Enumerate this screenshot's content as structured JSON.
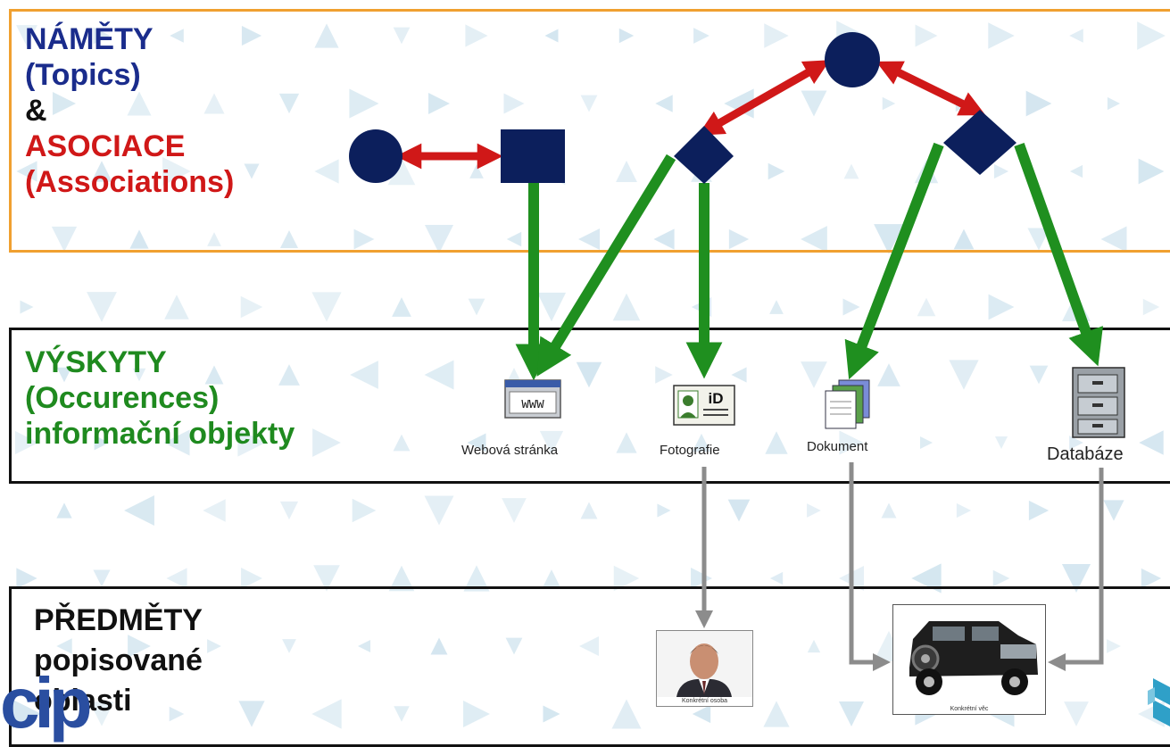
{
  "topics_band": {
    "lines": [
      "NÁMĚTY",
      "(Topics)",
      "&",
      "ASOCIACE",
      "(Associations)"
    ]
  },
  "occurrences_band": {
    "lines": [
      "VÝSKYTY",
      "(Occurences)",
      "informační objekty"
    ]
  },
  "subjects_band": {
    "lines": [
      "PŘEDMĚTY",
      "popisované",
      "oblasti"
    ]
  },
  "occurrences": [
    {
      "label": "Webová stránka",
      "icon": "web-page-icon"
    },
    {
      "label": "Fotografie",
      "icon": "id-photo-icon"
    },
    {
      "label": "Dokument",
      "icon": "document-icon"
    },
    {
      "label": "Databáze",
      "icon": "filing-cabinet-icon"
    }
  ],
  "subjects": [
    {
      "caption": "Konkrétní osoba",
      "icon": "person-photo"
    },
    {
      "caption": "Konkrétní věc",
      "icon": "car-photo"
    }
  ],
  "colors": {
    "topic_node": "#0c1f5c",
    "association_arrow": "#d01818",
    "occurrence_arrow": "#1f8f1f",
    "subject_arrow": "#8c8c8c",
    "topics_border": "#f0a030"
  }
}
